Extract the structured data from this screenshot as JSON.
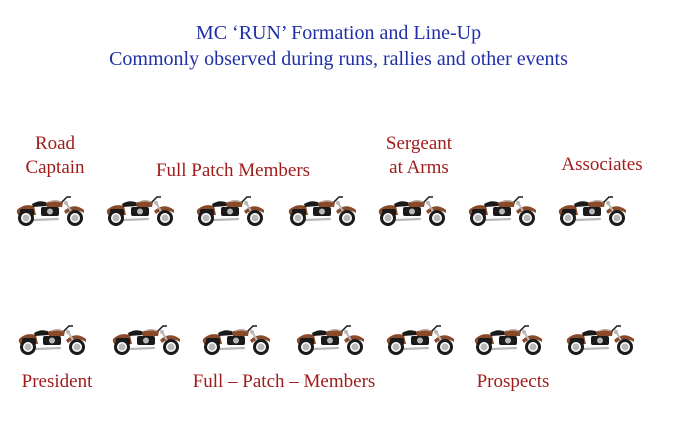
{
  "title": {
    "line1": "MC ‘RUN’ Formation and Line-Up",
    "line2": "Commonly observed during runs, rallies and other events"
  },
  "top_row": {
    "labels": {
      "road_captain_line1": "Road",
      "road_captain_line2": "Captain",
      "full_patch_members": "Full Patch Members",
      "sergeant_line1": "Sergeant",
      "sergeant_line2": "at Arms",
      "associates": "Associates"
    },
    "motorcycle_count": 7
  },
  "bottom_row": {
    "labels": {
      "president": "President",
      "full_patch_members": "Full – Patch – Members",
      "prospects": "Prospects"
    },
    "motorcycle_count": 7
  },
  "colors": {
    "title": "#1f2fa8",
    "labels": "#a01c1c",
    "bike_tank": "#8a4a2a",
    "bike_dark": "#1a1a1a",
    "bike_chrome": "#b8b8b8"
  }
}
